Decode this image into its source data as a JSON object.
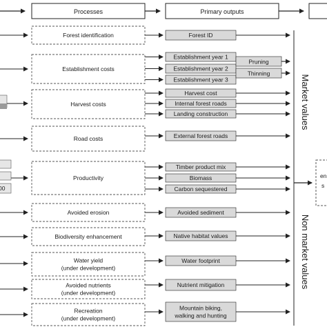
{
  "headers": {
    "processes": "Processes",
    "primary_outputs": "Primary outputs"
  },
  "processes": [
    {
      "lines": [
        "Forest identification"
      ]
    },
    {
      "lines": [
        "Establishment costs"
      ]
    },
    {
      "lines": [
        "Harvest costs"
      ]
    },
    {
      "lines": [
        "Road costs"
      ]
    },
    {
      "lines": [
        "Productivity"
      ]
    },
    {
      "lines": [
        "Avoided erosion"
      ]
    },
    {
      "lines": [
        "Biodiversity enhancement"
      ]
    },
    {
      "lines": [
        "Water yield",
        "(under development)"
      ]
    },
    {
      "lines": [
        "Avoided nutrients",
        "(under development)"
      ]
    },
    {
      "lines": [
        "Recreation",
        "(under development)"
      ]
    }
  ],
  "outputs": [
    {
      "lines": [
        "Forest ID"
      ]
    },
    {
      "lines": [
        "Establishment year 1"
      ]
    },
    {
      "lines": [
        "Establishment year 2"
      ]
    },
    {
      "lines": [
        "Establishment year 3"
      ]
    },
    {
      "lines": [
        "Harvest cost"
      ]
    },
    {
      "lines": [
        "Internal forest roads"
      ]
    },
    {
      "lines": [
        "Landing construction"
      ]
    },
    {
      "lines": [
        "External forest roads"
      ]
    },
    {
      "lines": [
        "Timber product mix"
      ]
    },
    {
      "lines": [
        "Biomass"
      ]
    },
    {
      "lines": [
        "Carbon sequestered"
      ]
    },
    {
      "lines": [
        "Avoided sediment"
      ]
    },
    {
      "lines": [
        "Native habitat values"
      ]
    },
    {
      "lines": [
        "Water footprint"
      ]
    },
    {
      "lines": [
        "Nutrient mitigation"
      ]
    },
    {
      "lines": [
        "Mountain biking,",
        "walking and hunting"
      ]
    }
  ],
  "extra_outputs": [
    "Pruning",
    "Thinning"
  ],
  "groups": {
    "market": "Market values",
    "non_market": "Non market values"
  },
  "partial_texts": {
    "right_box_line1": "en",
    "right_box_line2": "s",
    "left_fragment": "00"
  },
  "colors": {
    "output_fill": "#d9d9d9",
    "stroke": "#222222",
    "dashed_stroke": "#555555",
    "left_box_fill": "#e6e6e6"
  }
}
